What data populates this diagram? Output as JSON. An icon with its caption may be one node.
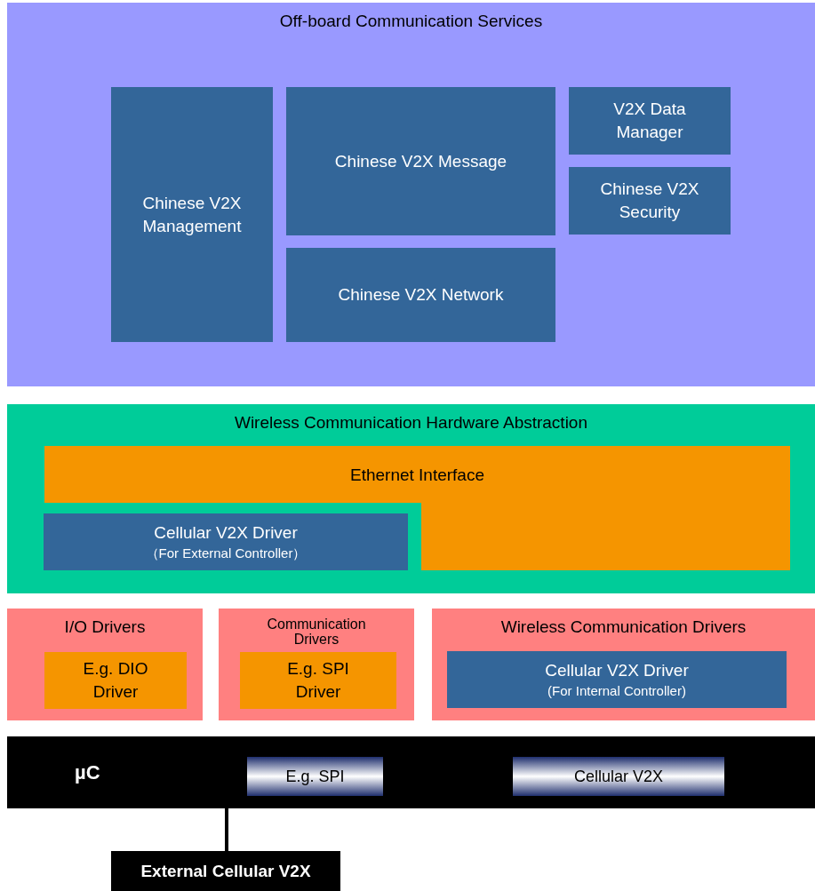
{
  "diagram": {
    "nodes": [
      {
        "text": [
          "Off-board Communication Services"
        ]
      },
      {
        "text": [
          "Chinese V2X Management"
        ],
        "in": 0
      },
      {
        "text": [
          "Chinese V2X Message"
        ],
        "in": 0
      },
      {
        "text": [
          "V2X Data Manager"
        ],
        "in": 0
      },
      {
        "text": [
          "Chinese V2X Security"
        ],
        "in": 0
      },
      {
        "text": [
          "Chinese V2X Network"
        ],
        "in": 0
      },
      {
        "text": [
          "Wireless Communication Hardware Abstraction"
        ]
      },
      {
        "text": [
          "Ethernet Interface"
        ],
        "in": 6
      },
      {
        "text": [
          "Cellular V2X Driver",
          "（For External Controller）"
        ],
        "in": 6
      },
      {
        "text": [
          "I/O Drivers"
        ]
      },
      {
        "text": [
          "E.g. DIO Driver"
        ],
        "in": 9
      },
      {
        "text": [
          "Communication Drivers"
        ]
      },
      {
        "text": [
          "E.g. SPI Driver"
        ],
        "in": 11
      },
      {
        "text": [
          "Wireless Communication Drivers"
        ]
      },
      {
        "text": [
          "Cellular V2X Driver",
          "(For Internal Controller)"
        ],
        "in": 13
      },
      {
        "text": [
          "µC"
        ]
      },
      {
        "text": [
          "E.g. SPI"
        ],
        "in": 15
      },
      {
        "text": [
          "Cellular V2X"
        ],
        "in": 15
      },
      {
        "text": [
          "External Cellular V2X"
        ]
      }
    ],
    "edges": [
      {
        "from": 15,
        "to": 18,
        "arrow": "none"
      }
    ]
  }
}
